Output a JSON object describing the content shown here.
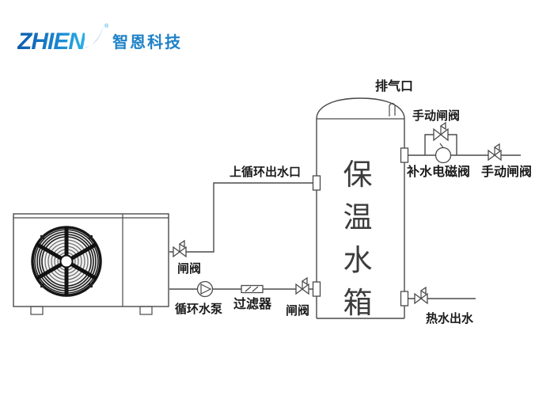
{
  "logo": {
    "brand": "ZHIEN",
    "registered": "®",
    "company": "智恩科技",
    "brand_color_start": "#0e5cab",
    "brand_color_end": "#2bb0e8",
    "company_color": "#1e82c8"
  },
  "diagram": {
    "line_color": "#4a4a4a",
    "labels": {
      "vent": "排气口",
      "manual_valve_top": "手动闸阀",
      "makeup_solenoid_valve": "补水电磁阀",
      "manual_valve_right": "手动闸阀",
      "upper_circulation_outlet": "上循环出水口",
      "gate_valve_upper": "闸阀",
      "circulation_pump": "循环水泵",
      "filter": "过滤器",
      "gate_valve_lower": "闸阀",
      "hot_water_outlet": "热水出水"
    },
    "tank": {
      "label": "保温水箱",
      "chars": [
        "保",
        "温",
        "水",
        "箱"
      ]
    }
  }
}
